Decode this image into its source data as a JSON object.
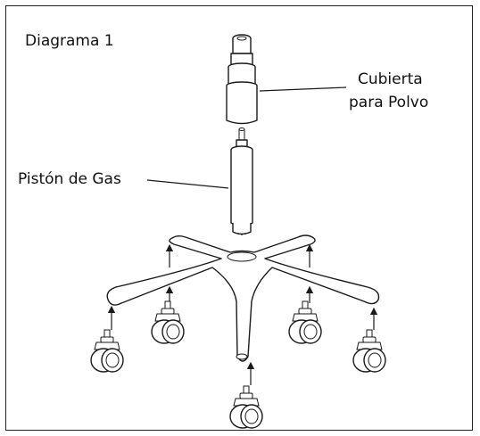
{
  "diagram": {
    "title": "Diagrama 1",
    "labels": {
      "dust_cover_line1": "Cubierta",
      "dust_cover_line2": "para Polvo",
      "gas_piston": "Pistón de Gas"
    }
  }
}
